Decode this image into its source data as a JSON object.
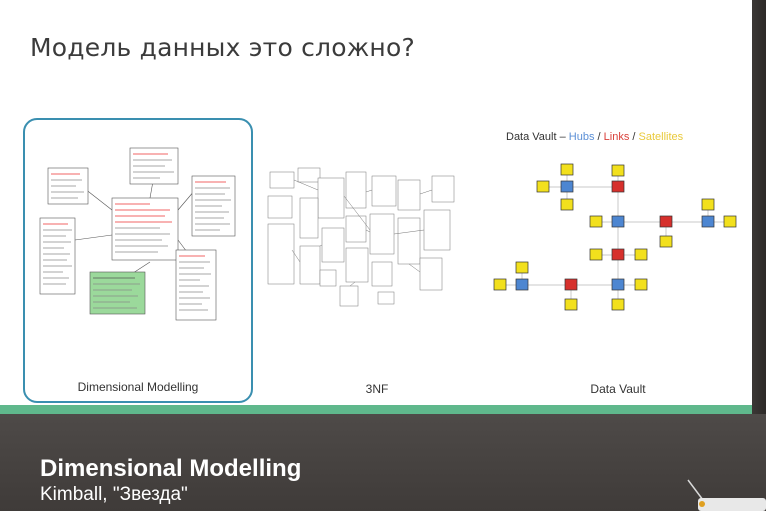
{
  "slide": {
    "title": "Модель данных это сложно?",
    "panels": [
      {
        "caption": "Dimensional Modelling"
      },
      {
        "caption": "3NF"
      },
      {
        "caption": "Data Vault"
      }
    ],
    "dv_legend": {
      "prefix": "Data Vault – ",
      "hubs": "Hubs",
      "sep1": " / ",
      "links": "Links",
      "sep2": " / ",
      "satellites": "Satellites"
    },
    "colors": {
      "hub": "#4d86d1",
      "link": "#d6302c",
      "satellite": "#f2e01d",
      "fact": "#9bd99b",
      "accent": "#3a8fb0",
      "bar": "#5fb88c"
    }
  },
  "subtitle": {
    "main": "Dimensional Modelling",
    "sub": "Kimball, \"Звезда\""
  }
}
